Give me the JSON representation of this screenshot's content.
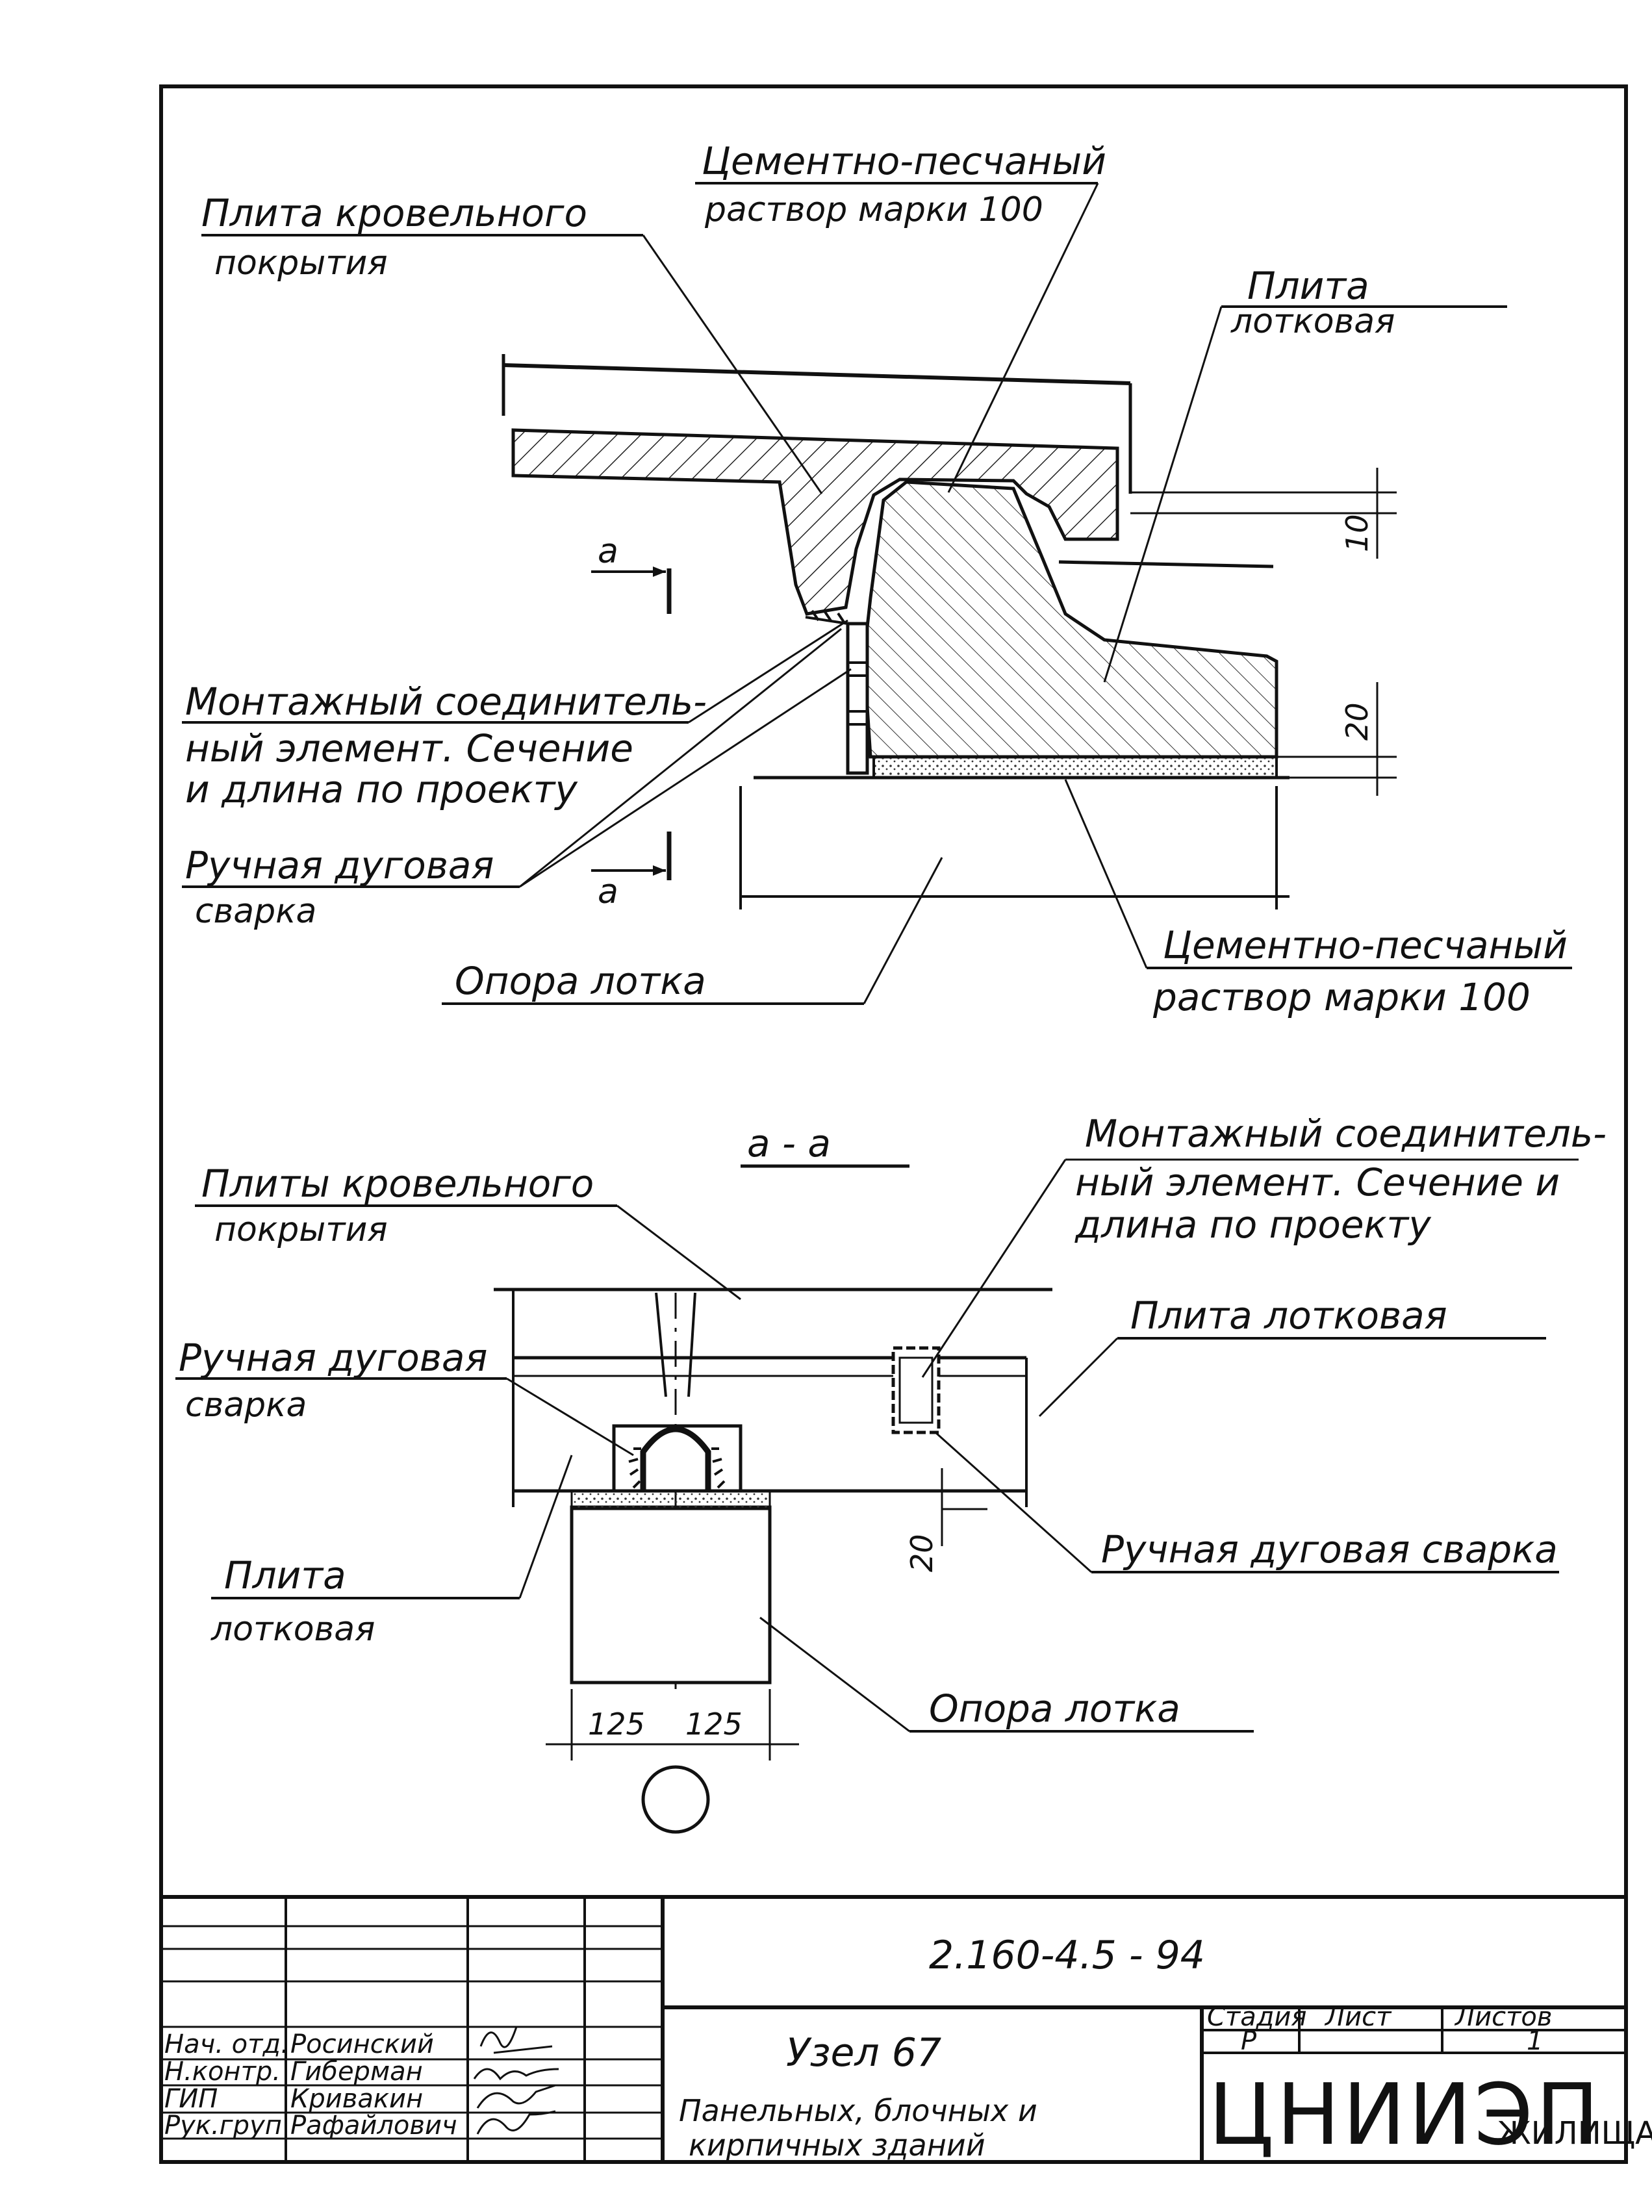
{
  "drawing": {
    "top_view": {
      "roof_slab_label": [
        "Плита кровельного",
        "покрытия"
      ],
      "mortar_top_label": [
        "Цементно-песчаный",
        "раствор марки 100"
      ],
      "gutter_slab_label": [
        "Плита",
        "лотковая"
      ],
      "connector_label": [
        "Монтажный соединитель-",
        "ный элемент. Сечение",
        "и длина по проекту"
      ],
      "weld_label": [
        "Ручная дуговая",
        "сварка"
      ],
      "support_label": "Опора лотка",
      "mortar_bottom_label": [
        "Цементно-песчаный",
        "раствор марки 100"
      ],
      "section_mark": "а",
      "dim_10": "10",
      "dim_20": "20"
    },
    "section_view": {
      "title": "а - а",
      "roof_slabs_label": [
        "Плиты кровельного",
        "покрытия"
      ],
      "connector_label": [
        "Монтажный соединитель-",
        "ный элемент. Сечение и",
        "длина по проекту"
      ],
      "gutter_slab_right_label": "Плита лотковая",
      "weld_left_label": [
        "Ручная дуговая",
        "сварка"
      ],
      "weld_right_label": "Ручная дуговая сварка",
      "gutter_slab_left_label": [
        "Плита",
        "лотковая"
      ],
      "support_label": "Опора лотка",
      "dim_20": "20",
      "dim_125_left": "125",
      "dim_125_right": "125"
    }
  },
  "title_block": {
    "doc_code": "2.160-4.5 - 94",
    "node_title": "Узел 67",
    "subtitle": [
      "Панельных, блочных и",
      "кирпичных зданий"
    ],
    "stage_header": "Стадия",
    "sheet_header": "Лист",
    "sheets_header": "Листов",
    "stage_value": "Р",
    "sheets_value": "1",
    "org_main": "ЦНИИЭП",
    "org_sub": "ЖИЛИЩА",
    "staff": [
      {
        "role": "Нач. отд.",
        "name": "Росинский"
      },
      {
        "role": "Н.контр.",
        "name": "Гиберман"
      },
      {
        "role": "ГИП",
        "name": "Кривакин"
      },
      {
        "role": "Рук.груп",
        "name": "Рафайлович"
      }
    ]
  }
}
